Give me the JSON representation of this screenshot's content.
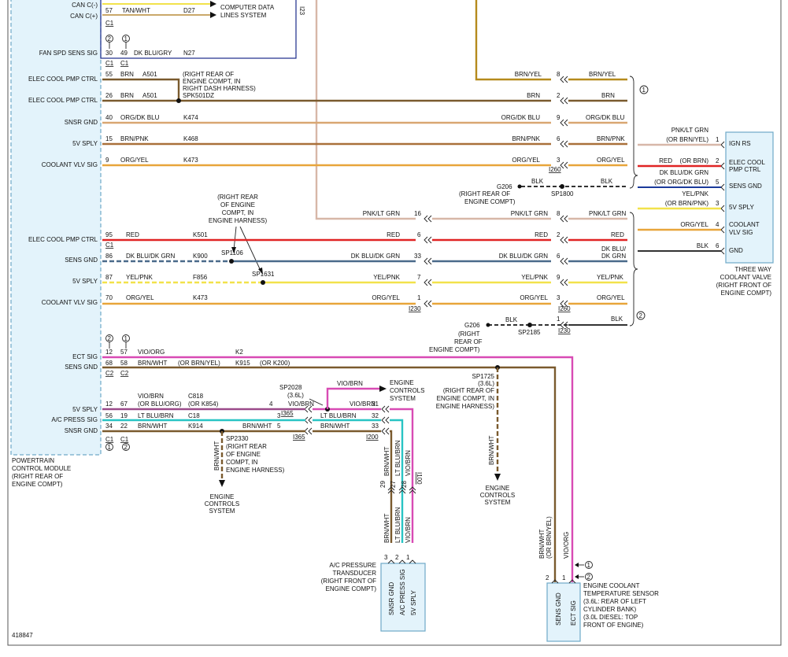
{
  "colors": {
    "brown": "#7a5a2e",
    "orange": "#e8a53a",
    "tan": "#caa86a",
    "brn_yel": "#b58a1c",
    "red": "#e02424",
    "blue_gray": "#4a6a8a",
    "yellow": "#f2e24b",
    "pink_green": "#d7b7a8",
    "black": "#333333",
    "violet": "#d84bb4",
    "cyan": "#29c4c4",
    "module_fill": "#e3f3fb",
    "module_border": "#6fa9c8",
    "navy": "#1b2a8a"
  },
  "pcm": {
    "name_lines": [
      "POWERTRAIN",
      "CONTROL MODULE",
      "(RIGHT REAR OF",
      "ENGINE COMPT)"
    ],
    "top_labels": [
      "CAN C(-)",
      "CAN C(+)"
    ],
    "pins_left": [
      "FAN SPD SENS SIG",
      "ELEC COOL PMP CTRL",
      "ELEC COOL PMP CTRL",
      "SNSR GND",
      "5V SPLY",
      "COOLANT VLV SIG",
      "ELEC COOL PMP CTRL",
      "SENS GND",
      "5V SPLY",
      "COOLANT VLV SIG",
      "ECT SIG",
      "SENS GND",
      "5V SPLY",
      "A/C PRESS SIG",
      "SNSR GND"
    ]
  },
  "connectors": {
    "c1": "C1",
    "c2": "C2",
    "n1": "1",
    "n2": "2",
    "i230": "I230",
    "i260": "I260",
    "i200": "I200",
    "i365": "I365",
    "i100": "I100",
    "i23": "I23"
  },
  "top": {
    "wire1": "TAN/WHT",
    "pin1": "57",
    "cav1": "D27",
    "dest_lines": [
      "COMPUTER DATA",
      "LINES SYSTEM"
    ],
    "fan_a": "30",
    "fan_b": "49",
    "fan_color": "DK BLU/GRY",
    "fan_circ": "N27"
  },
  "rows": {
    "r1": {
      "pin": "55",
      "color": "BRN",
      "circ": "A501"
    },
    "r2": {
      "pin": "26",
      "color": "BRN",
      "circ": "A501"
    },
    "r3": {
      "pin": "40",
      "color": "ORG/DK BLU",
      "circ": "K474"
    },
    "r4": {
      "pin": "15",
      "color": "BRN/PNK",
      "circ": "K468"
    },
    "r5": {
      "pin": "9",
      "color": "ORG/YEL",
      "circ": "K473"
    },
    "r6": {
      "pin": "95",
      "color": "RED",
      "circ": "K501"
    },
    "r7": {
      "pin": "86",
      "color": "DK BLU/DK GRN",
      "circ": "K900"
    },
    "r8": {
      "pin": "87",
      "color": "YEL/PNK",
      "circ": "F856"
    },
    "r9": {
      "pin": "70",
      "color": "ORG/YEL",
      "circ": "K473"
    }
  },
  "splice": {
    "spk501_lines": [
      "(RIGHT REAR OF",
      "ENGINE COMPT, IN",
      "RIGHT DASH HARNESS)",
      "SPK501DZ"
    ],
    "sp1106_lines": [
      "(RIGHT REAR",
      "OF ENGINE",
      "COMPT, IN",
      "ENGINE HARNESS)"
    ],
    "sp1106": "SP1106",
    "sp1631": "SP1631",
    "g206": "G206",
    "sp1800": "SP1800",
    "sp2185": "SP2185",
    "g206a_lines": [
      "(RIGHT REAR OF",
      "ENGINE COMPT)"
    ],
    "g206b_lines": [
      "(RIGHT",
      "REAR OF",
      "ENGINE COMPT)"
    ],
    "sp1725_lines": [
      "SP1725",
      "(3.6L)",
      "(RIGHT REAR OF",
      "ENGINE COMPT, IN",
      "ENGINE HARNESS)"
    ],
    "sp2028_lines": [
      "SP2028",
      "(3.6L)"
    ],
    "sp2330_lines": [
      "SP2330",
      "(RIGHT REAR",
      "OF ENGINE",
      "COMPT, IN",
      "ENGINE HARNESS)"
    ]
  },
  "mid": {
    "brn_yel": "BRN/YEL",
    "blk": "BLK",
    "pnk_ltgrn": "PNK/LT GRN",
    "dkblu": "DK BLU/",
    "dkgrn": "DK GRN",
    "pins_a": [
      "8",
      "2",
      "9",
      "6",
      "3"
    ],
    "pins_b": [
      "16",
      "6",
      "33",
      "7",
      "1"
    ],
    "pins_c": [
      "8",
      "2",
      "6",
      "9",
      "3",
      "1"
    ]
  },
  "valve": {
    "name_lines": [
      "THREE WAY",
      "COOLANT VALVE",
      "(RIGHT FRONT OF",
      "ENGINE COMPT)"
    ],
    "pins": [
      "IGN RS",
      "ELEC COOL",
      "PMP CTRL",
      "SENS GND",
      "5V SPLY",
      "COOLANT",
      "VLV SIG",
      "GND"
    ],
    "nums": [
      "1",
      "2",
      "5",
      "3",
      "4",
      "6"
    ],
    "wires": [
      "PNK/LT GRN",
      "(OR BRN/YEL)",
      "RED",
      "(OR BRN)",
      "DK BLU/DK GRN",
      "(OR ORG/DK BLU)",
      "YEL/PNK",
      "(OR BRN/PNK)",
      "ORG/YEL",
      "BLK"
    ]
  },
  "bottom": {
    "ect_a": "12",
    "ect_b": "57",
    "ect_color": "VIO/ORG",
    "ect_circ": "K2",
    "sg_a": "68",
    "sg_b": "58",
    "sg_color": "BRN/WHT",
    "sg_alt": "(OR BRN/YEL)",
    "sg_circ": "K915",
    "sg_alt2": "(OR K200)",
    "v5_a": "12",
    "v5_b": "67",
    "v5_color": "VIO/BRN",
    "v5_alt": "(OR BLU/ORG)",
    "v5_circ": "C818",
    "v5_alt2": "(OR K854)",
    "ac_a": "56",
    "ac_b": "19",
    "ac_color": "LT BLU/BRN",
    "ac_circ": "C18",
    "gnd_a": "34",
    "gnd_b": "22",
    "gnd_color": "BRN/WHT",
    "gnd_circ": "K914",
    "pins_d": [
      "4",
      "3",
      "5"
    ],
    "pins_e": [
      "31",
      "32",
      "33"
    ],
    "pins_f": [
      "29",
      "27",
      "28"
    ],
    "engine_ctrl_lines": [
      "ENGINE",
      "CONTROLS",
      "SYSTEM"
    ],
    "vio_brn": "VIO/BRN",
    "lt_blu_brn": "LT BLU/BRN",
    "brn_wht": "BRN/WHT",
    "ac_lines": [
      "A/C PRESSURE",
      "TRANSDUCER",
      "(RIGHT FRONT OF",
      "ENGINE COMPT)"
    ],
    "ac_pins": [
      "SNSR GND",
      "A/C PRESS SIG",
      "5V SPLY"
    ],
    "ac_nums": [
      "3",
      "2",
      "1"
    ],
    "ect_lines": [
      "ENGINE COOLANT",
      "TEMPERATURE SENSOR",
      "(3.6L: REAR OF LEFT",
      "CYLINDER BANK)",
      "(3.0L DIESEL: TOP",
      "FRONT OF ENGINE)"
    ],
    "ect_pins": [
      "SENS GND",
      "ECT SIG"
    ],
    "ect_nums": [
      "2",
      "1"
    ],
    "ect_wire_a": "BRN/WHT",
    "ect_wire_a2": "(OR BRN/YEL)",
    "ect_wire_b": "VIO/ORG"
  },
  "figure_id": "418847"
}
